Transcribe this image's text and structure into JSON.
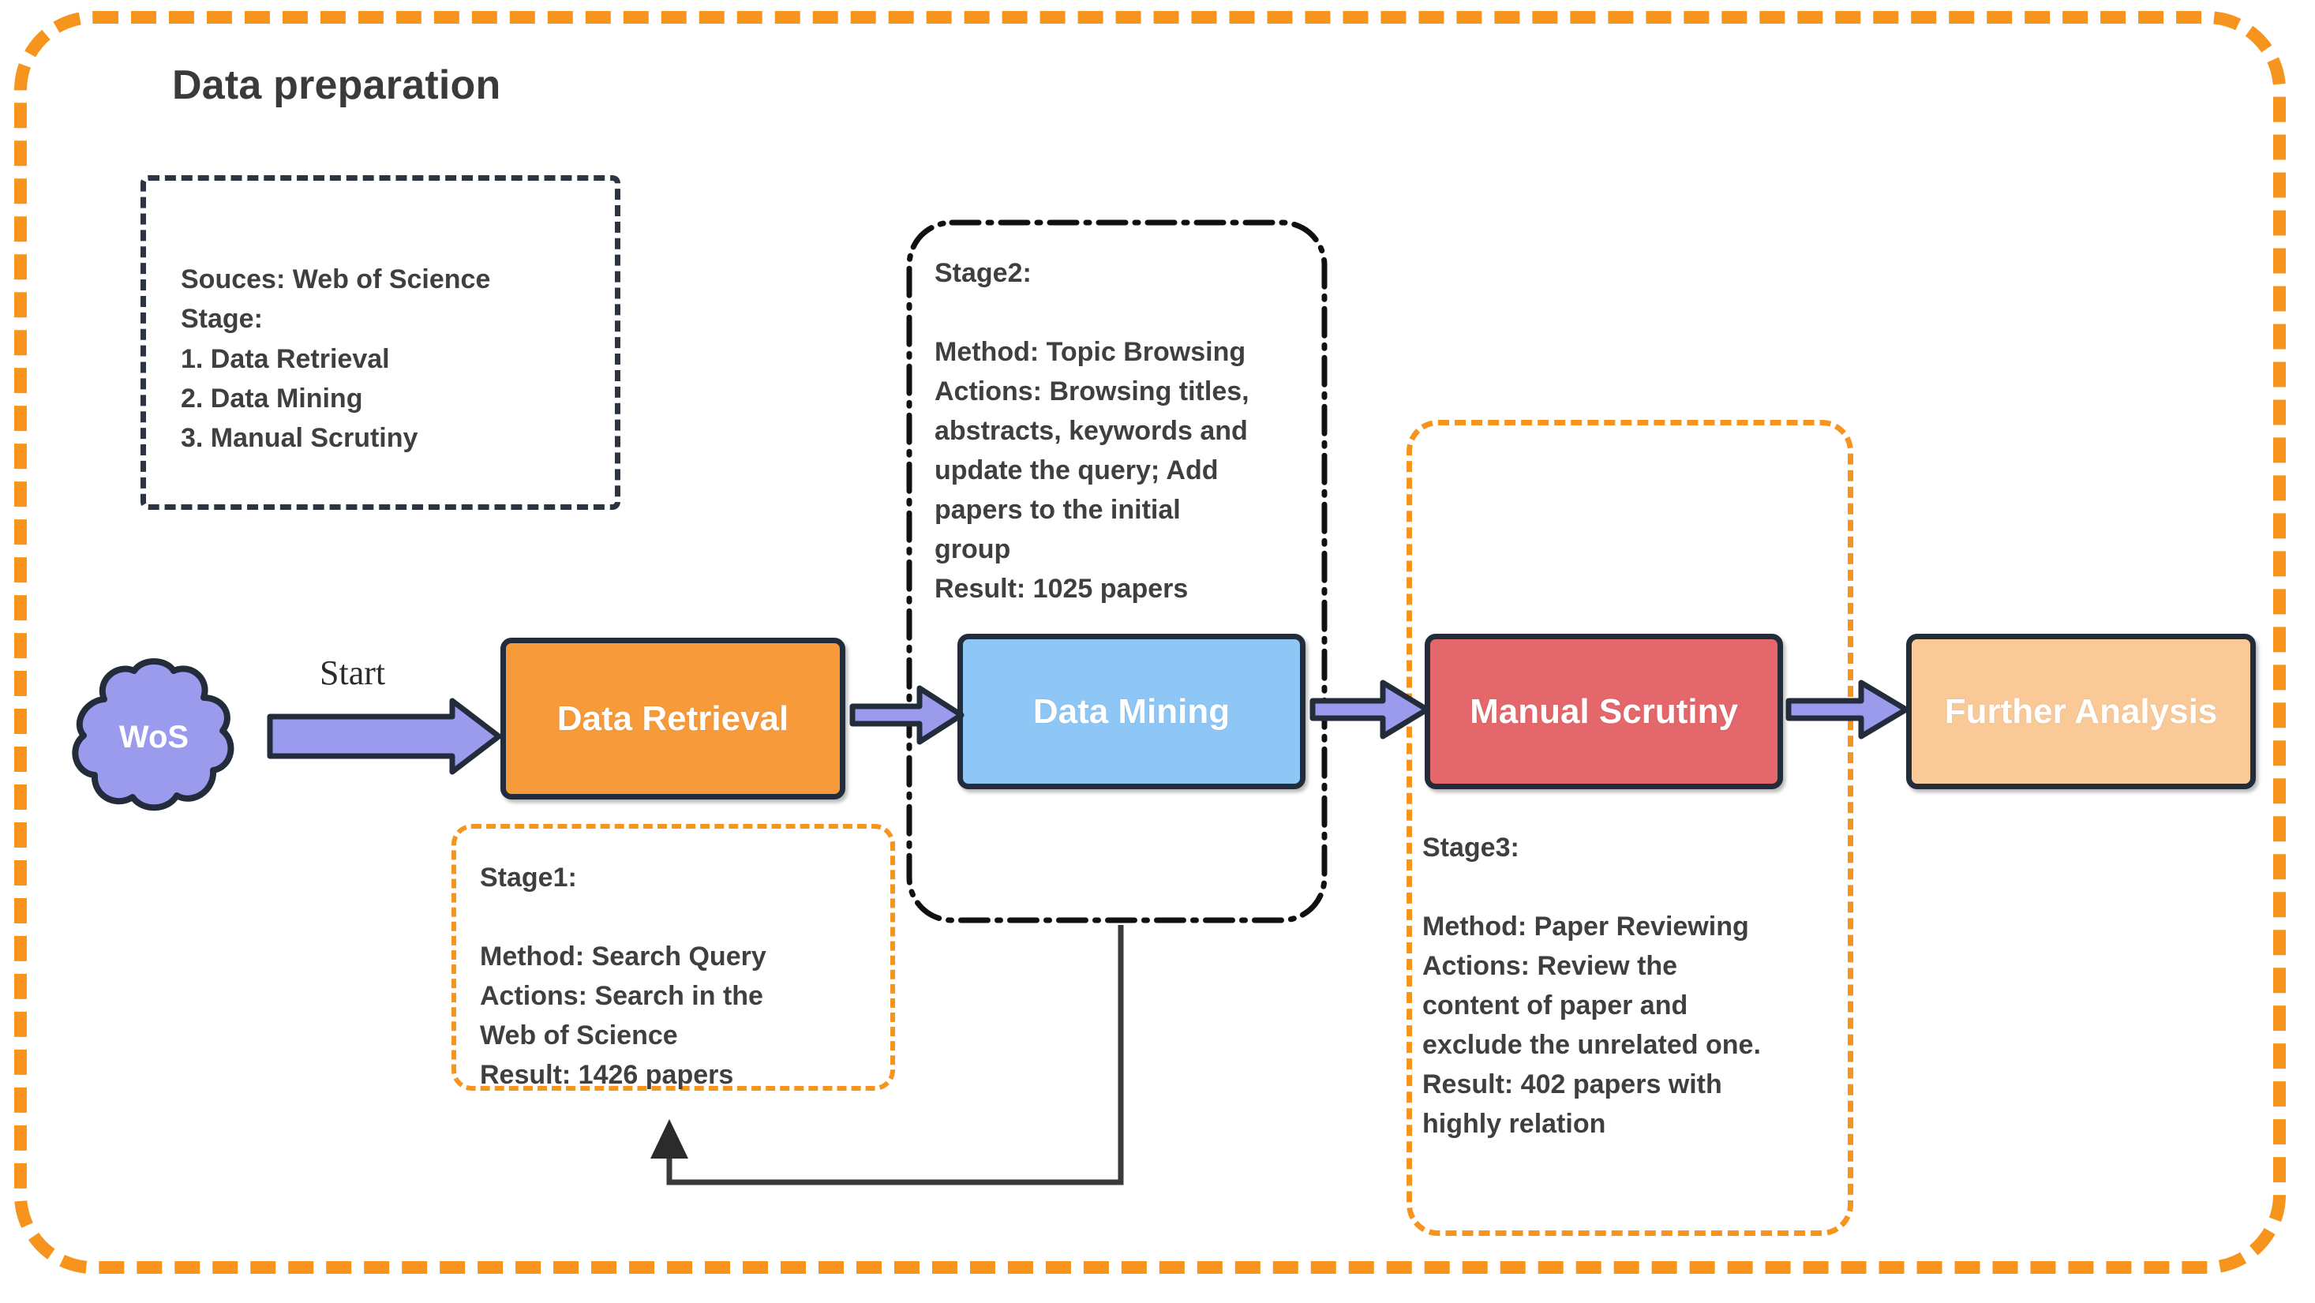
{
  "diagram": {
    "title": "Data preparation",
    "frame_color": "#F7941E"
  },
  "sources_box": {
    "name": "sources-and-stages",
    "text": "Souces:  Web of Science\nStage:\n1. Data Retrieval\n2. Data Mining\n3. Manual Scrutiny",
    "border_color": "#2b3440",
    "border_style": "dashed"
  },
  "stage_notes": [
    {
      "id": "stage1",
      "heading": "Stage1:",
      "text": "Stage1:\n\nMethod: Search Query\nActions: Search in the\nWeb of Science\nResult: 1426 papers",
      "method": "Search Query",
      "actions": "Search in the Web of Science",
      "result": "1426 papers",
      "border_color": "#F7941E",
      "border_style": "dashed"
    },
    {
      "id": "stage2",
      "heading": "Stage2:",
      "text": "Stage2:\n\nMethod: Topic Browsing\nActions: Browsing titles,\nabstracts, keywords and\nupdate the query; Add\npapers to the initial\ngroup\nResult: 1025 papers",
      "method": "Topic Browsing",
      "actions": "Browsing titles, abstracts, keywords and update the query; Add papers to the initial group",
      "result": "1025 papers",
      "border_color": "#111111",
      "border_style": "dash-dot"
    },
    {
      "id": "stage3",
      "heading": "Stage3:",
      "text": "Stage3:\n\nMethod: Paper Reviewing\nActions:  Review the\ncontent of paper and\nexclude the unrelated one.\nResult: 402 papers with\nhighly relation",
      "method": "Paper Reviewing",
      "actions": "Review the content of paper and exclude the unrelated one.",
      "result": "402 papers with highly relation",
      "border_color": "#F7941E",
      "border_style": "dashed"
    }
  ],
  "flow": {
    "source_node": {
      "label": "WoS",
      "shape": "cloud",
      "fill": "#9A9BEC",
      "stroke": "#232c3b"
    },
    "start_edge_label": "Start",
    "nodes": [
      {
        "id": "data-retrieval",
        "label": "Data Retrieval",
        "fill": "#F79A3A"
      },
      {
        "id": "data-mining",
        "label": "Data Mining",
        "fill": "#8EC6F5"
      },
      {
        "id": "manual-scrutiny",
        "label": "Manual Scrutiny",
        "fill": "#E3676B"
      },
      {
        "id": "further-analysis",
        "label": "Further Analysis",
        "fill": "#F9CA98"
      }
    ],
    "arrow_color": "#9A9BEC",
    "arrow_stroke": "#232c3b",
    "feedback_arrow": {
      "from": "data-mining-stage2",
      "to": "stage1",
      "color": "#3a3a3a"
    }
  }
}
